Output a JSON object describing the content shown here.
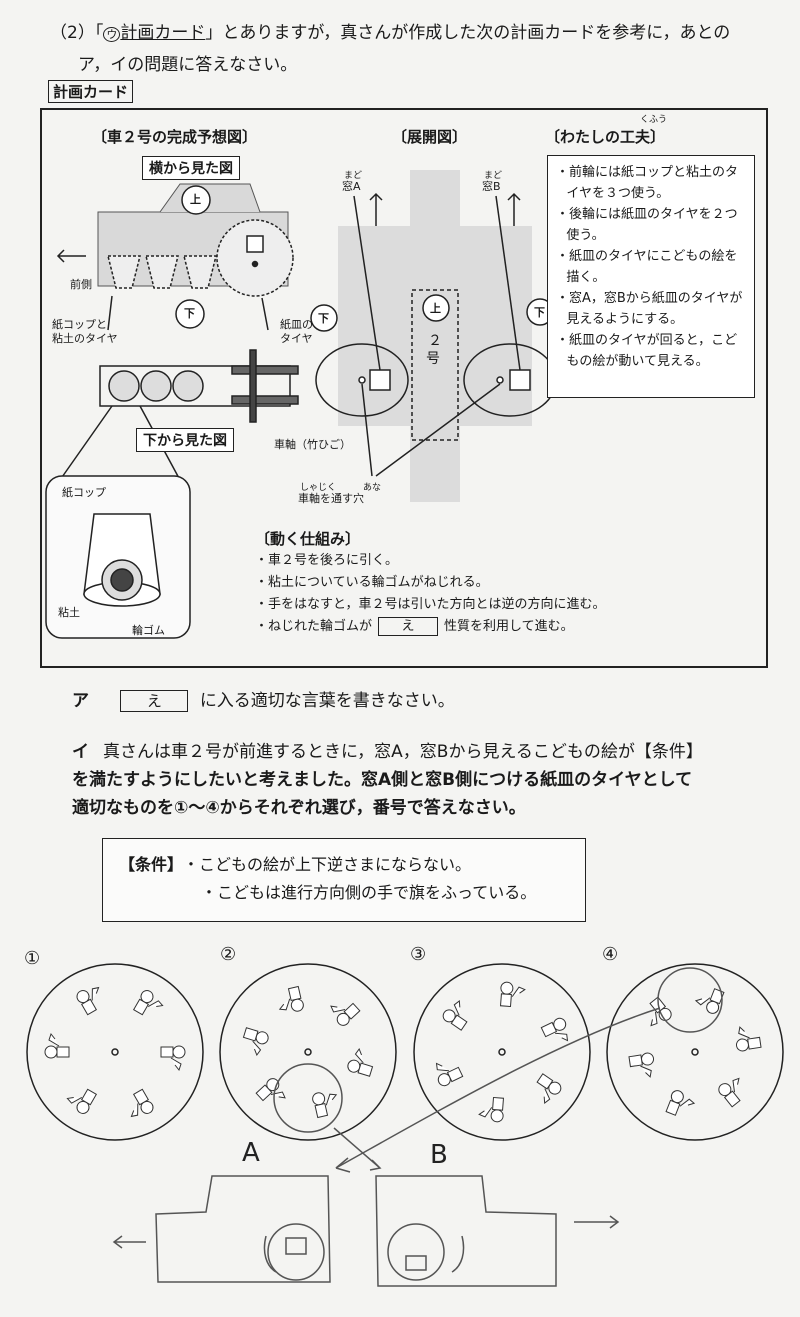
{
  "header": {
    "lead": "（2）「",
    "circ_mark": "ウ",
    "keyword": "計画カード",
    "rest": "」とありますが，真さんが作成した次の計画カードを参考に，あとの",
    "line2": "ア，イの問題に答えなさい。"
  },
  "card_label": "計画カード",
  "card": {
    "sec_prediction": "〔車２号の完成予想図〕",
    "side_view": "横から見た図",
    "bottom_view": "下から見た図",
    "up_mark": "上",
    "down_mark": "下",
    "front_label": "前側",
    "cup_tire_label": "紙コップと",
    "cup_tire_label2": "粘土のタイヤ",
    "plate_tire_label": "紙皿の",
    "plate_tire_label2": "タイヤ",
    "axle_label": "車軸（竹ひご）",
    "cup_detail": "紙コップ",
    "clay_detail": "粘土",
    "rubber_detail": "輪ゴム",
    "sec_net": "〔展開図〕",
    "window_a": "窓A",
    "window_b": "窓B",
    "window_a_ruby": "まど",
    "window_b_ruby": "まど",
    "car_number": "２",
    "car_go": "号",
    "axle_hole": "車軸を通す穴",
    "axle_hole_ruby": "しゃじく　　　あな",
    "sec_ideas": "〔わたしの工夫〕",
    "ideas_ruby": "くふう",
    "ideas": [
      "・前輪には紙コップと粘土のタイヤを３つ使う。",
      "・後輪には紙皿のタイヤを２つ使う。",
      "・紙皿のタイヤにこどもの絵を描く。",
      "・窓A，窓Bから紙皿のタイヤが見えるようにする。",
      "・紙皿のタイヤが回ると，こどもの絵が動いて見える。"
    ],
    "sec_mechanism": "〔動く仕組み〕",
    "mechanism": [
      "・車２号を後ろに引く。",
      "・粘土についている輪ゴムがねじれる。",
      "・手をはなすと，車２号は引いた方向とは逆の方向に進む。"
    ],
    "mech_last_pre": "・ねじれた輪ゴムが",
    "mech_blank": "え",
    "mech_last_post": "性質を利用して進む。"
  },
  "question_a": {
    "label": "ア",
    "blank": "え",
    "text": "に入る適切な言葉を書きなさい。"
  },
  "question_i": {
    "label": "イ",
    "line1": "真さんは車２号が前進するときに，窓A，窓Bから見えるこどもの絵が【条件】",
    "line2": "を満たすようにしたいと考えました。窓A側と窓B側につける紙皿のタイヤとして",
    "line3": "適切なものを①〜④からそれぞれ選び，番号で答えなさい。"
  },
  "conditions": {
    "label": "【条件】",
    "items": [
      "・こどもの絵が上下逆さまにならない。",
      "・こどもは進行方向側の手で旗をふっている。"
    ]
  },
  "options": [
    "①",
    "②",
    "③",
    "④"
  ],
  "handwriting": {
    "a": "A",
    "b": "B"
  }
}
